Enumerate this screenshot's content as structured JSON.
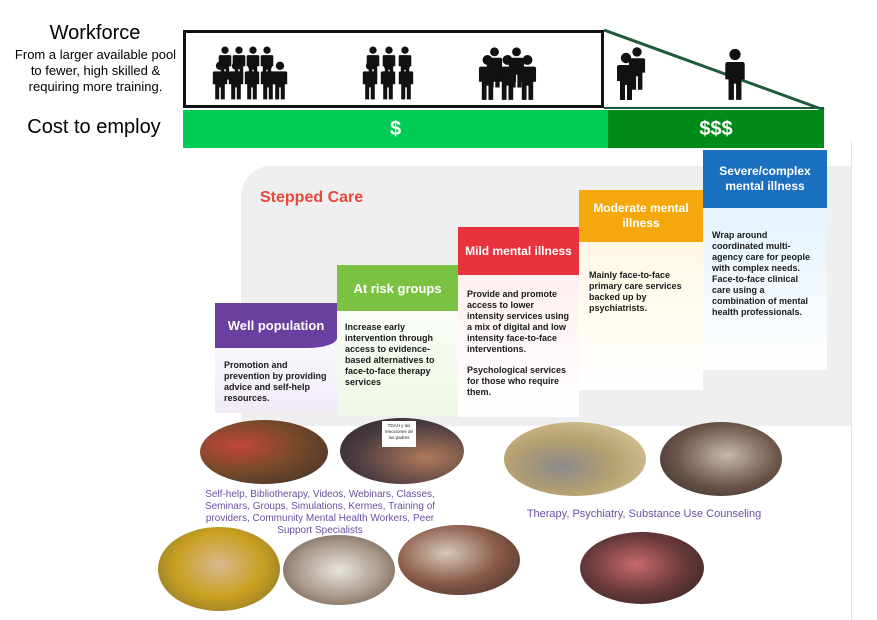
{
  "workforce": {
    "title": "Workforce",
    "subtitle": "From a larger available pool to fewer, high skilled & requiring more training."
  },
  "cost": {
    "label": "Cost to employ",
    "low": "$",
    "high": "$$$"
  },
  "stepped_care": {
    "title": "Stepped Care",
    "steps": [
      {
        "label": "Well population",
        "body": "Promotion and prevention by providing advice and self-help resources.",
        "color": "#6b3fa0"
      },
      {
        "label": "At risk groups",
        "body": "Increase early intervention through access to evidence-based alternatives to face-to-face therapy services",
        "color": "#7cc242"
      },
      {
        "label": "Mild mental illness",
        "body": "Provide and promote access to lower intensity services using a mix of digital and low intensity face-to-face interventions.",
        "body2": "Psychological services for those who require them.",
        "color": "#e8323e"
      },
      {
        "label": "Moderate mental illness",
        "body": "Mainly face-to-face primary care services backed up by psychiatrists.",
        "color": "#f5a80c"
      },
      {
        "label": "Severe/complex mental illness",
        "body": "Wrap around coordinated multi-agency care for people with complex needs. Face-to-face clinical care using a combination of mental health professionals.",
        "color": "#1a6fbf"
      }
    ]
  },
  "captions": {
    "low_intensity": "Self-help, Bibliotherapy, Videos, Webinars, Classes, Seminars, Groups, Simulations, Kermes, Training of providers, Community Mental Health Workers, Peer Support Specialists",
    "high_intensity": "Therapy, Psychiatry, Substance Use Counseling",
    "tv_sign": "TDAH y las emociones de los padres"
  },
  "colors": {
    "green_low": "#00cc55",
    "green_high": "#008a1a",
    "stepped_title": "#e8473b",
    "caption_purple": "#6b4fa0"
  }
}
